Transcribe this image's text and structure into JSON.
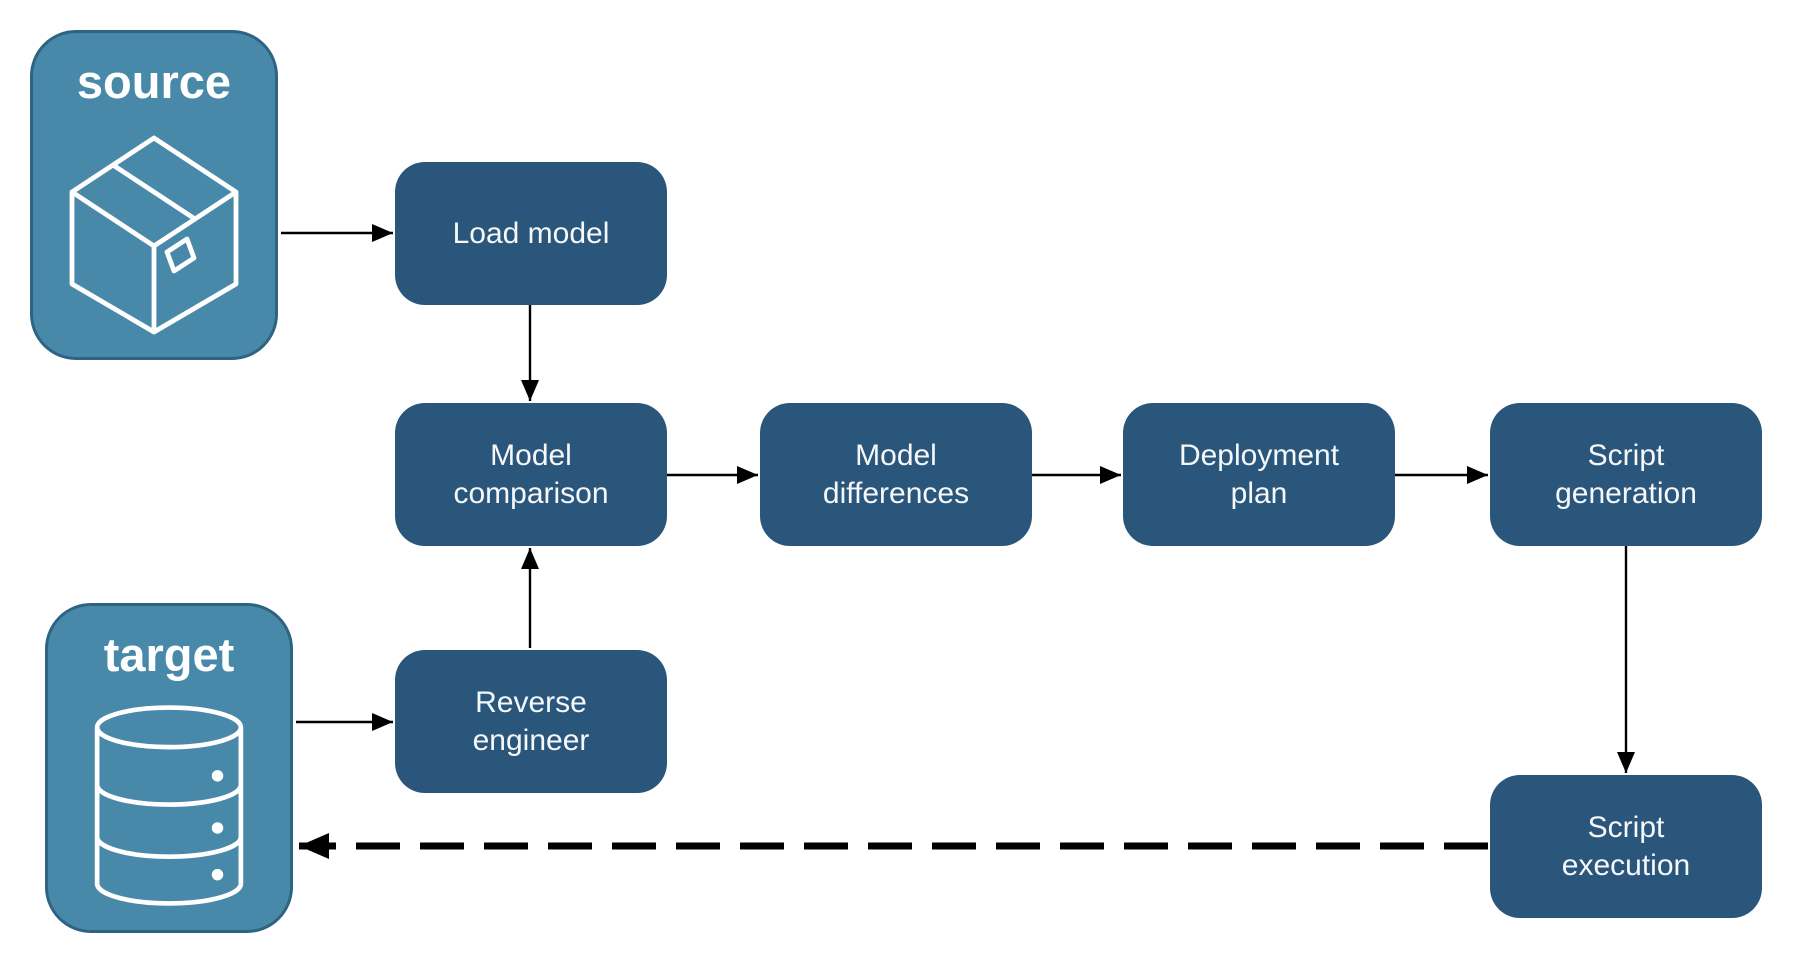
{
  "diagram": {
    "endpoints": [
      {
        "id": "source",
        "label": "source",
        "icon": "package-icon"
      },
      {
        "id": "target",
        "label": "target",
        "icon": "database-icon"
      }
    ],
    "nodes": [
      {
        "id": "load-model",
        "label": "Load model"
      },
      {
        "id": "model-comparison",
        "label": "Model comparison"
      },
      {
        "id": "model-differences",
        "label": "Model differences"
      },
      {
        "id": "deployment-plan",
        "label": "Deployment plan"
      },
      {
        "id": "script-generation",
        "label": "Script generation"
      },
      {
        "id": "reverse-engineer",
        "label": "Reverse engineer"
      },
      {
        "id": "script-execution",
        "label": "Script execution"
      }
    ],
    "edges": [
      {
        "from": "source",
        "to": "load-model",
        "style": "solid"
      },
      {
        "from": "load-model",
        "to": "model-comparison",
        "style": "solid"
      },
      {
        "from": "model-comparison",
        "to": "model-differences",
        "style": "solid"
      },
      {
        "from": "model-differences",
        "to": "deployment-plan",
        "style": "solid"
      },
      {
        "from": "deployment-plan",
        "to": "script-generation",
        "style": "solid"
      },
      {
        "from": "script-generation",
        "to": "script-execution",
        "style": "solid"
      },
      {
        "from": "target",
        "to": "reverse-engineer",
        "style": "solid"
      },
      {
        "from": "reverse-engineer",
        "to": "model-comparison",
        "style": "solid"
      },
      {
        "from": "script-execution",
        "to": "target",
        "style": "dashed"
      }
    ],
    "colors": {
      "node_fill": "#2B567B",
      "endpoint_fill": "#4889A9",
      "endpoint_border": "#2E6384",
      "text": "#FFFFFF",
      "arrow": "#000000",
      "background": "#FFFFFF"
    }
  }
}
